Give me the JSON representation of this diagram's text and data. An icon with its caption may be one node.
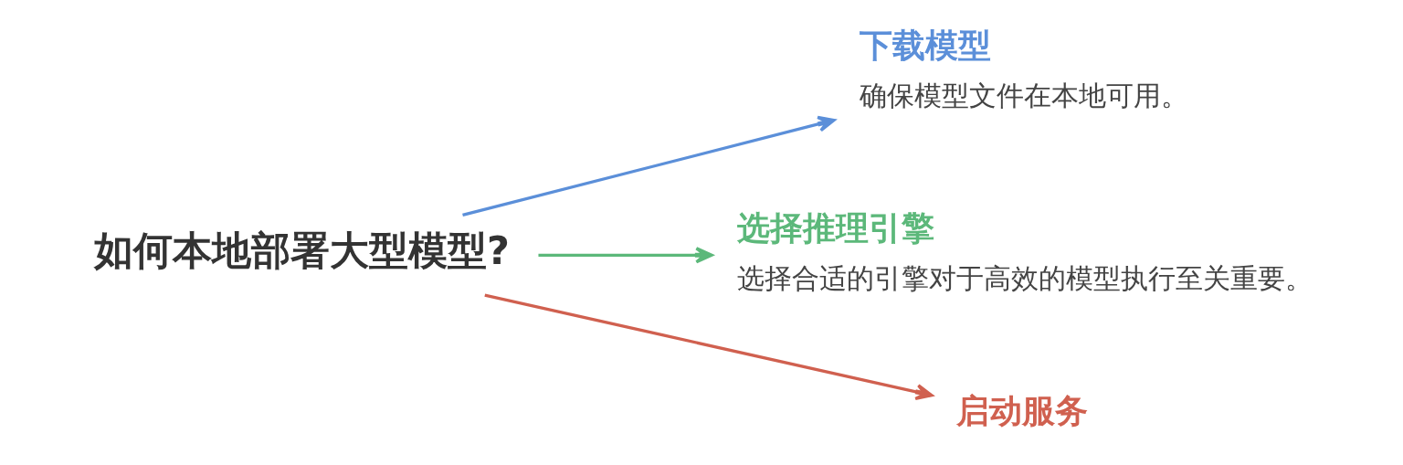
{
  "diagram": {
    "nodes": [
      {
        "text": [
          "如何本地部署大型模型?"
        ]
      },
      {
        "text": [
          "下载模型",
          "确保模型文件在本地可用。"
        ]
      },
      {
        "text": [
          "选择推理引擎",
          "选择合适的引擎对于高效的模型执行至关重要。"
        ]
      },
      {
        "text": [
          "启动服务"
        ]
      }
    ],
    "edges": [
      {
        "from": 0,
        "to": 1,
        "arrow": "to",
        "color": "#5b8fd9"
      },
      {
        "from": 0,
        "to": 2,
        "arrow": "to",
        "color": "#5cb87a"
      },
      {
        "from": 0,
        "to": 3,
        "arrow": "to",
        "color": "#d0604f"
      }
    ]
  }
}
